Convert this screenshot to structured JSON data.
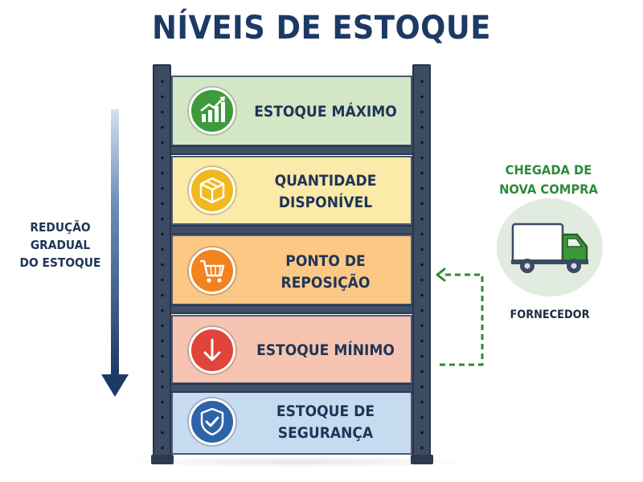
{
  "title": "NÍVEIS DE ESTOQUE",
  "reduction_label": {
    "lines": [
      "REDUÇÃO",
      "GRADUAL",
      "DO ESTOQUE"
    ]
  },
  "levels": [
    {
      "lines": [
        "ESTOQUE MÁXIMO"
      ],
      "icon": "chart-up-icon",
      "bg": "#d3e7c6",
      "icon_color": "#3f9a3b"
    },
    {
      "lines": [
        "QUANTIDADE",
        "DISPONÍVEL"
      ],
      "icon": "box-icon",
      "bg": "#fbeaa8",
      "icon_color": "#f0b91e"
    },
    {
      "lines": [
        "PONTO DE",
        "REPOSIÇÃO"
      ],
      "icon": "cart-icon",
      "bg": "#fbc886",
      "icon_color": "#f2831f"
    },
    {
      "lines": [
        "ESTOQUE MÍNIMO"
      ],
      "icon": "arrow-down-icon",
      "bg": "#f6c4b1",
      "icon_color": "#e0443a"
    },
    {
      "lines": [
        "ESTOQUE DE",
        "SEGURANÇA"
      ],
      "icon": "shield-check-icon",
      "bg": "#c6daf0",
      "icon_color": "#2d63a8"
    }
  ],
  "arrival_label": {
    "lines": [
      "CHEGADA DE",
      "NOVA COMPRA"
    ]
  },
  "supplier_label": "FORNECEDOR",
  "colors": {
    "title": "#1d3a66",
    "shelf_frame": "#3b4b63",
    "arrival_text": "#2f8a3a",
    "connector": "#2f8a3a",
    "truck_circle": "#e1ebdf"
  }
}
